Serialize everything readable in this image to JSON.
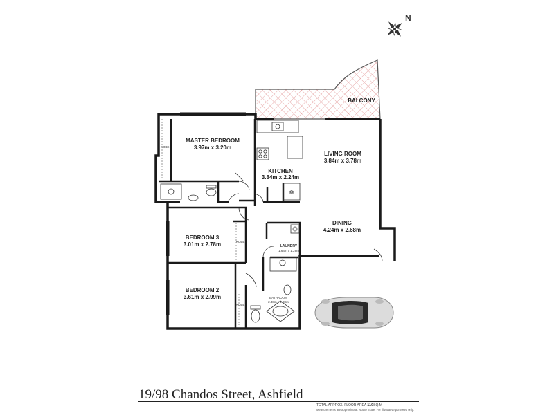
{
  "rooms": {
    "master_bedroom": {
      "name": "MASTER BEDROOM",
      "dims": "3.97m x 3.20m"
    },
    "living_room": {
      "name": "LIVING ROOM",
      "dims": "3.84m x 3.78m"
    },
    "kitchen": {
      "name": "KITCHEN",
      "dims": "3.84m x 2.24m"
    },
    "dining": {
      "name": "DINING",
      "dims": "4.24m x 2.68m"
    },
    "bedroom3": {
      "name": "BEDROOM 3",
      "dims": "3.01m x 2.78m"
    },
    "bedroom2": {
      "name": "BEDROOM 2",
      "dims": "3.61m x 2.99m"
    },
    "laundry": {
      "name": "LAUNDRY",
      "dims": "1.64m x 1.29m"
    },
    "bathroom": {
      "name": "BATHROOM",
      "dims": "2.38m x 2.39m"
    },
    "balcony": {
      "name": "BALCONY"
    },
    "robe_label": "ROBE"
  },
  "compass": {
    "letter": "N"
  },
  "footer": {
    "address": "19/98 Chandos Street, Ashfield",
    "area_label": "TOTAL APPROX. FLOOR AREA",
    "area_value": "119",
    "area_unit": "SQ.M",
    "disclaimer": "Measurements are approximate. Not to Scale. For illustrative purposes only."
  },
  "colors": {
    "wall": "#1a1a1a",
    "hatch": "#e7a8a8",
    "car_body": "#dcdcdc",
    "car_dark": "#2a2a2a"
  }
}
